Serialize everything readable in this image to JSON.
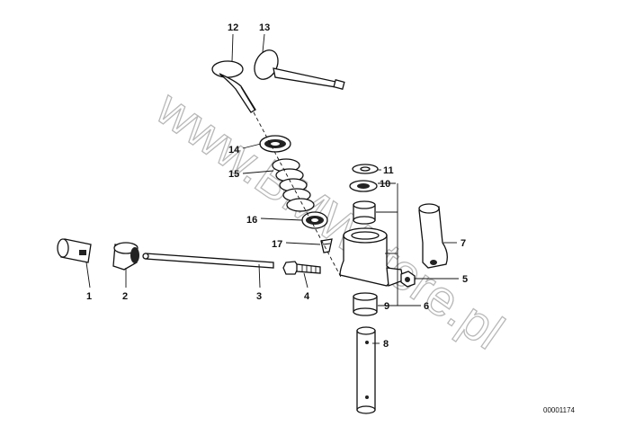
{
  "diagram": {
    "labels": [
      {
        "id": "p1",
        "text": "1"
      },
      {
        "id": "p2",
        "text": "2"
      },
      {
        "id": "p3",
        "text": "3"
      },
      {
        "id": "p4",
        "text": "4"
      },
      {
        "id": "p5",
        "text": "5"
      },
      {
        "id": "p6",
        "text": "6"
      },
      {
        "id": "p7",
        "text": "7"
      },
      {
        "id": "p8",
        "text": "8"
      },
      {
        "id": "p9",
        "text": "9"
      },
      {
        "id": "p10",
        "text": "10"
      },
      {
        "id": "p11",
        "text": "11"
      },
      {
        "id": "p12",
        "text": "12"
      },
      {
        "id": "p13",
        "text": "13"
      },
      {
        "id": "p14",
        "text": "14"
      },
      {
        "id": "p15",
        "text": "15"
      },
      {
        "id": "p16",
        "text": "16"
      },
      {
        "id": "p17",
        "text": "17"
      }
    ],
    "reference_number": "00001174",
    "watermark": "www.BMWstore.pl"
  }
}
